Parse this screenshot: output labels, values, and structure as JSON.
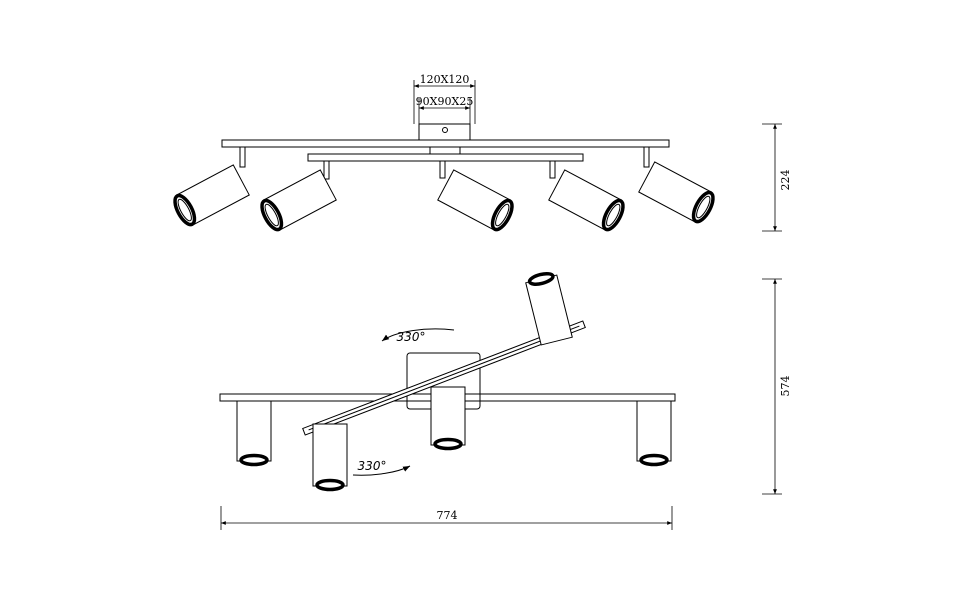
{
  "dimensions": {
    "canopy_outer": "120X120",
    "canopy_inner": "90X90X25",
    "side_height": "224",
    "plan_depth": "574",
    "overall_width": "774"
  },
  "rotation": {
    "upper_angle": "330°",
    "lower_angle": "330°"
  }
}
